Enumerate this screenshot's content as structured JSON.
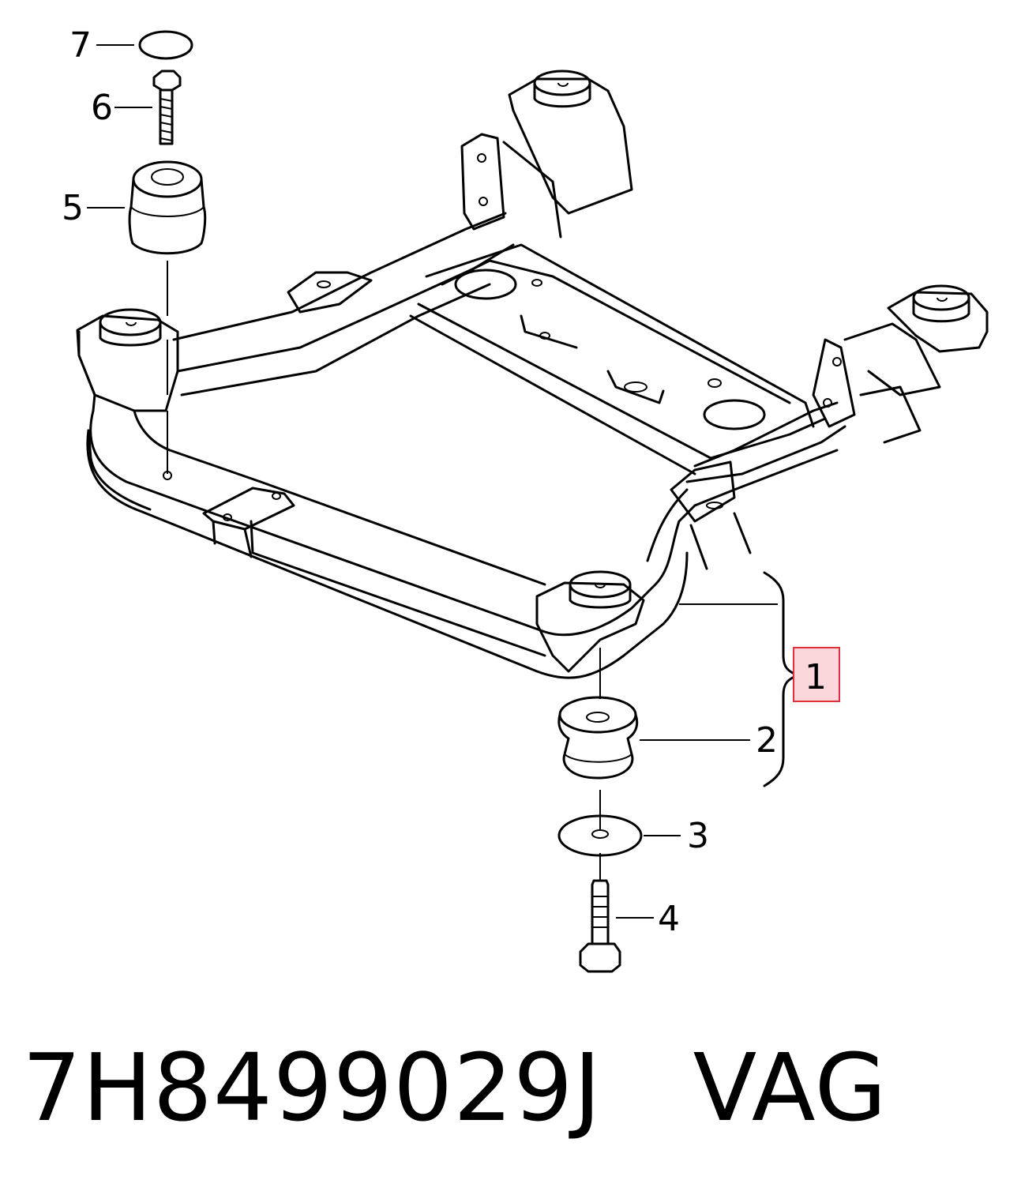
{
  "diagram": {
    "callouts": [
      {
        "id": "1",
        "text": "1",
        "highlighted": true
      },
      {
        "id": "2",
        "text": "2"
      },
      {
        "id": "3",
        "text": "3"
      },
      {
        "id": "4",
        "text": "4"
      },
      {
        "id": "5",
        "text": "5"
      },
      {
        "id": "6",
        "text": "6"
      },
      {
        "id": "7",
        "text": "7"
      }
    ],
    "highlight_color": "#e0303a",
    "highlight_fill": "#fbd6da"
  },
  "caption": {
    "part_number": "7H8499029J",
    "brand": "VAG"
  }
}
